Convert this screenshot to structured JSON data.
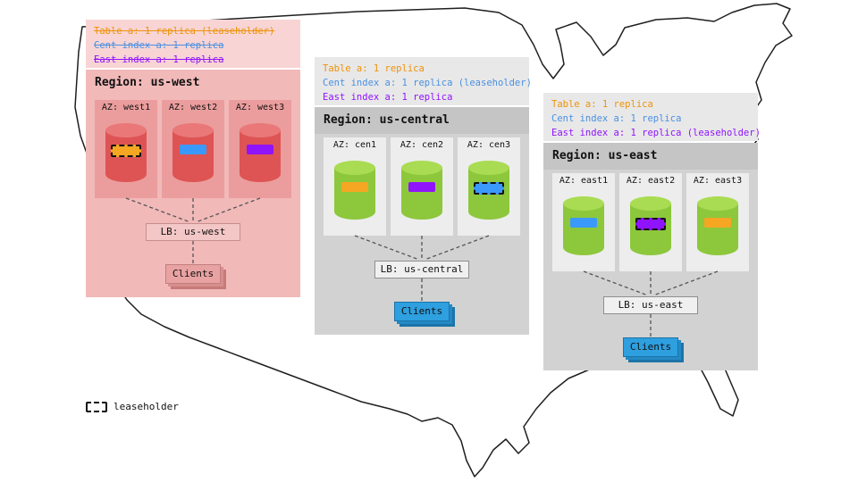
{
  "legend": {
    "label": "leaseholder"
  },
  "colors": {
    "table_orange": "#EE9309",
    "cent_index_blue": "#4A90E2",
    "east_index_purple": "#9013FE",
    "chip_orange": "#F5A623",
    "chip_blue": "#3B99FC",
    "chip_purple": "#9013FE",
    "green_node": "#8DC73C",
    "red_node": "#DE5454",
    "clients_blue": "#2E9FDF",
    "clients_pink": "#E9A2A2"
  },
  "regions": [
    {
      "id": "us-west",
      "title": "Region: us-west",
      "annotation": [
        {
          "text": "Table a: 1 replica (leaseholder)",
          "color": "#EE9309",
          "strike": true
        },
        {
          "text": "Cent index a: 1 replica",
          "color": "#4A90E2",
          "strike": true
        },
        {
          "text": "East index a: 1 replica",
          "color": "#9013FE",
          "strike": true
        }
      ],
      "azs": [
        {
          "label": "AZ: west1",
          "chip_color": "#F5A623",
          "leaseholder": true
        },
        {
          "label": "AZ: west2",
          "chip_color": "#3B99FC",
          "leaseholder": false
        },
        {
          "label": "AZ: west3",
          "chip_color": "#9013FE",
          "leaseholder": false
        }
      ],
      "lb_label": "LB: us-west",
      "clients_label": "Clients"
    },
    {
      "id": "us-central",
      "title": "Region: us-central",
      "annotation": [
        {
          "text": "Table a: 1 replica",
          "color": "#EE9309",
          "strike": false
        },
        {
          "text": "Cent index a: 1 replica (leaseholder)",
          "color": "#4A90E2",
          "strike": false
        },
        {
          "text": "East index a: 1 replica",
          "color": "#9013FE",
          "strike": false
        }
      ],
      "azs": [
        {
          "label": "AZ: cen1",
          "chip_color": "#F5A623",
          "leaseholder": false
        },
        {
          "label": "AZ: cen2",
          "chip_color": "#9013FE",
          "leaseholder": false
        },
        {
          "label": "AZ: cen3",
          "chip_color": "#3B99FC",
          "leaseholder": true
        }
      ],
      "lb_label": "LB: us-central",
      "clients_label": "Clients"
    },
    {
      "id": "us-east",
      "title": "Region: us-east",
      "annotation": [
        {
          "text": "Table a: 1 replica",
          "color": "#EE9309",
          "strike": false
        },
        {
          "text": "Cent index a: 1 replica",
          "color": "#4A90E2",
          "strike": false
        },
        {
          "text": "East index a: 1 replica (leaseholder)",
          "color": "#9013FE",
          "strike": false
        }
      ],
      "azs": [
        {
          "label": "AZ: east1",
          "chip_color": "#3B99FC",
          "leaseholder": false
        },
        {
          "label": "AZ: east2",
          "chip_color": "#9013FE",
          "leaseholder": true
        },
        {
          "label": "AZ: east3",
          "chip_color": "#F5A623",
          "leaseholder": false
        }
      ],
      "lb_label": "LB: us-east",
      "clients_label": "Clients"
    }
  ]
}
